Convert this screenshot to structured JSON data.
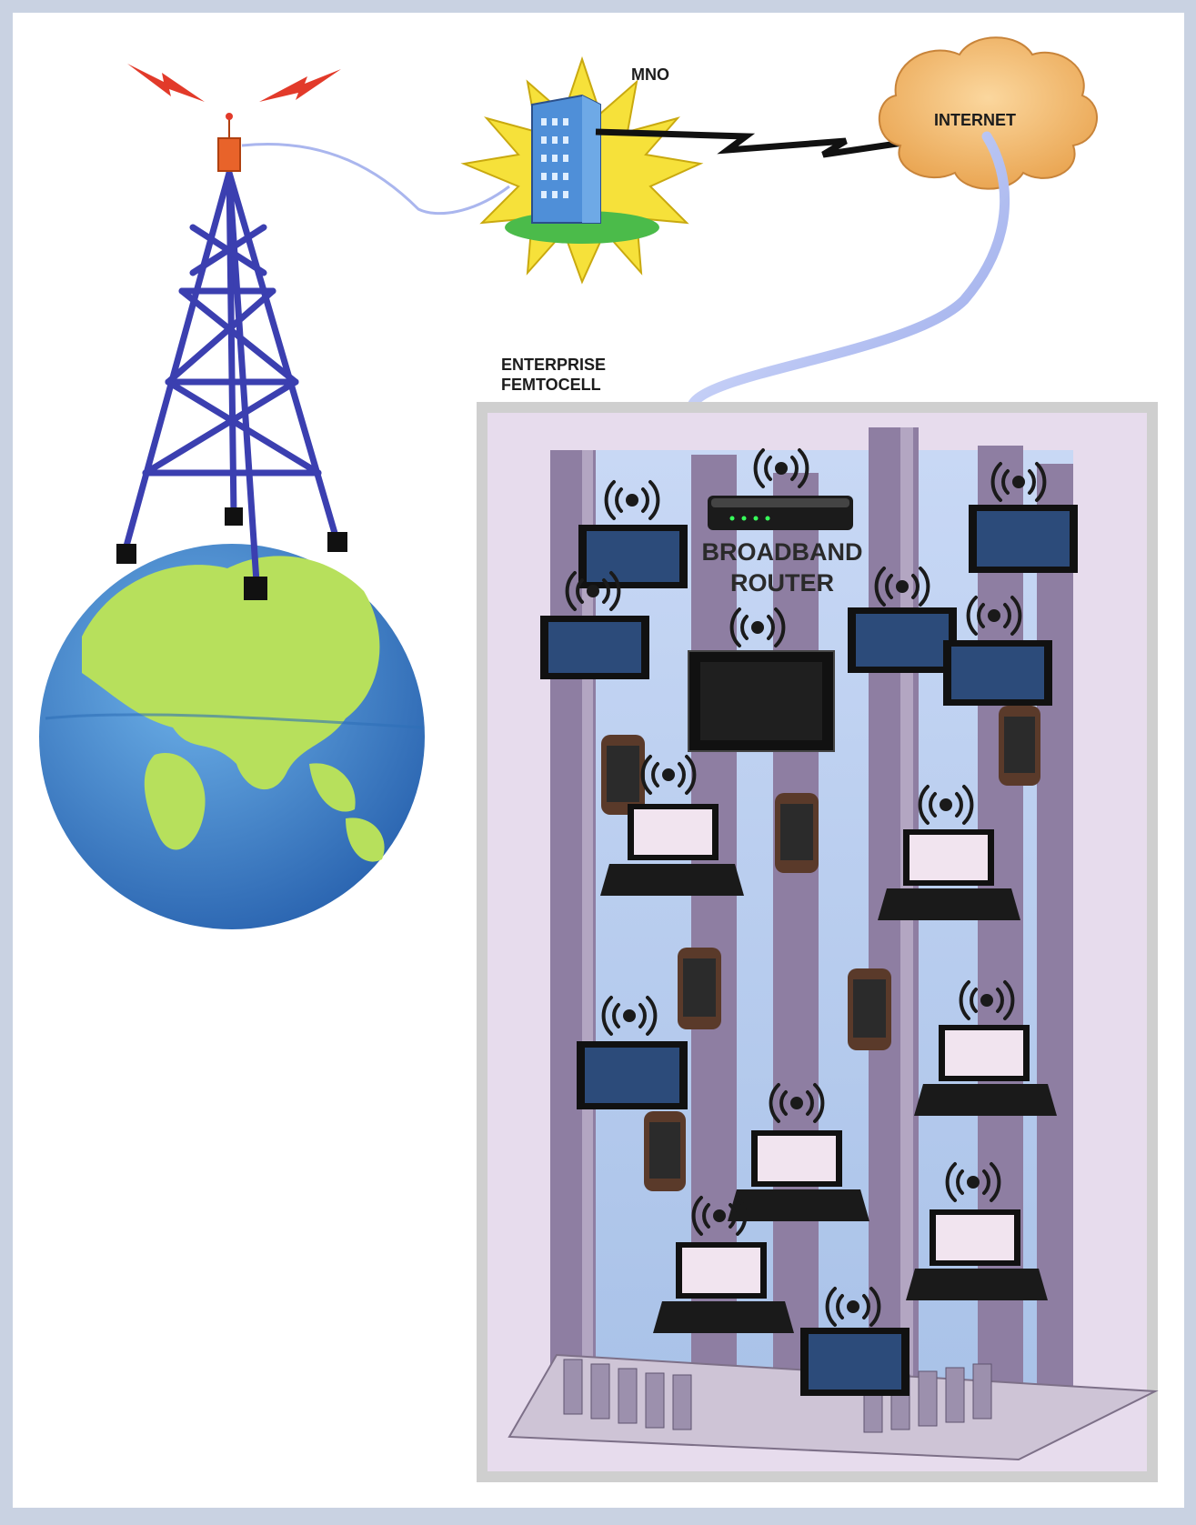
{
  "labels": {
    "mno": "MNO",
    "internet": "INTERNET",
    "enterprise_line1": "ENTERPRISE",
    "enterprise_line2": "FEMTOCELL",
    "router_line1": "BROADBAND",
    "router_line2": "ROUTER"
  },
  "colors": {
    "background": "#c9d2e2",
    "panel": "#ffffff",
    "tower": "#3b3fb0",
    "lightning": "#e23a2a",
    "burst": "#f6e13a",
    "cloud": "#f5c37e",
    "ocean": "#3d82c9",
    "land": "#b7e05c",
    "building": "#8e7ea2",
    "building_frame": "#d5d0d8"
  },
  "icons": [
    "radio-tower-icon",
    "globe-icon",
    "mno-building-icon",
    "internet-cloud-icon",
    "router-icon",
    "tablet-icon",
    "laptop-icon",
    "smartphone-icon",
    "television-icon",
    "wifi-signal-icon"
  ]
}
